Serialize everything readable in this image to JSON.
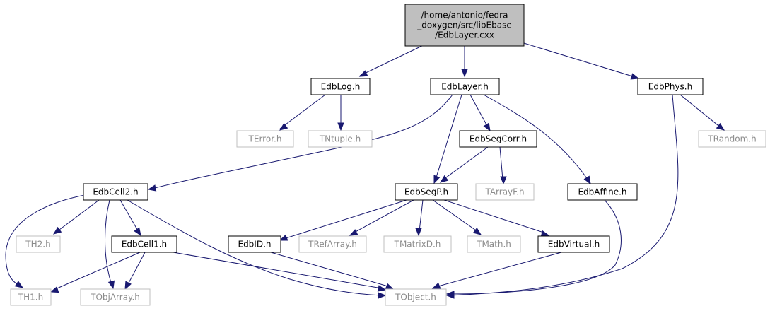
{
  "graph": {
    "nodes": [
      {
        "id": "root",
        "lines": [
          "/home/antonio/fedra",
          "_doxygen/src/libEbase",
          "/EdbLayer.cxx"
        ],
        "kind": "root"
      },
      {
        "id": "edblog",
        "lines": [
          "EdbLog.h"
        ],
        "kind": "doc"
      },
      {
        "id": "edblayer",
        "lines": [
          "EdbLayer.h"
        ],
        "kind": "doc"
      },
      {
        "id": "edbphys",
        "lines": [
          "EdbPhys.h"
        ],
        "kind": "doc"
      },
      {
        "id": "terror",
        "lines": [
          "TError.h"
        ],
        "kind": "ext"
      },
      {
        "id": "tntuple",
        "lines": [
          "TNtuple.h"
        ],
        "kind": "ext"
      },
      {
        "id": "edbsegcorr",
        "lines": [
          "EdbSegCorr.h"
        ],
        "kind": "doc"
      },
      {
        "id": "trandom",
        "lines": [
          "TRandom.h"
        ],
        "kind": "ext"
      },
      {
        "id": "edbcell2",
        "lines": [
          "EdbCell2.h"
        ],
        "kind": "doc"
      },
      {
        "id": "edbsegp",
        "lines": [
          "EdbSegP.h"
        ],
        "kind": "doc"
      },
      {
        "id": "tarrayf",
        "lines": [
          "TArrayF.h"
        ],
        "kind": "ext"
      },
      {
        "id": "edbaffine",
        "lines": [
          "EdbAffine.h"
        ],
        "kind": "doc"
      },
      {
        "id": "th2",
        "lines": [
          "TH2.h"
        ],
        "kind": "ext"
      },
      {
        "id": "edbcell1",
        "lines": [
          "EdbCell1.h"
        ],
        "kind": "doc"
      },
      {
        "id": "edbid",
        "lines": [
          "EdbID.h"
        ],
        "kind": "doc"
      },
      {
        "id": "trefarray",
        "lines": [
          "TRefArray.h"
        ],
        "kind": "ext"
      },
      {
        "id": "tmatrixd",
        "lines": [
          "TMatrixD.h"
        ],
        "kind": "ext"
      },
      {
        "id": "tmath",
        "lines": [
          "TMath.h"
        ],
        "kind": "ext"
      },
      {
        "id": "edbvirtual",
        "lines": [
          "EdbVirtual.h"
        ],
        "kind": "doc"
      },
      {
        "id": "th1",
        "lines": [
          "TH1.h"
        ],
        "kind": "ext"
      },
      {
        "id": "tobjarray",
        "lines": [
          "TObjArray.h"
        ],
        "kind": "ext"
      },
      {
        "id": "tobject",
        "lines": [
          "TObject.h"
        ],
        "kind": "ext"
      }
    ],
    "edges": [
      {
        "from": "root",
        "to": "edblog"
      },
      {
        "from": "root",
        "to": "edblayer"
      },
      {
        "from": "root",
        "to": "edbphys"
      },
      {
        "from": "edblog",
        "to": "terror"
      },
      {
        "from": "edblog",
        "to": "tntuple"
      },
      {
        "from": "edblayer",
        "to": "edbcell2"
      },
      {
        "from": "edblayer",
        "to": "edbsegp"
      },
      {
        "from": "edblayer",
        "to": "edbsegcorr"
      },
      {
        "from": "edblayer",
        "to": "edbaffine"
      },
      {
        "from": "edbphys",
        "to": "trandom"
      },
      {
        "from": "edbphys",
        "to": "tobject"
      },
      {
        "from": "edbsegcorr",
        "to": "edbsegp"
      },
      {
        "from": "edbsegcorr",
        "to": "tarrayf"
      },
      {
        "from": "edbcell2",
        "to": "th2"
      },
      {
        "from": "edbcell2",
        "to": "edbcell1"
      },
      {
        "from": "edbcell2",
        "to": "th1"
      },
      {
        "from": "edbcell2",
        "to": "tobjarray"
      },
      {
        "from": "edbcell2",
        "to": "tobject"
      },
      {
        "from": "edbsegp",
        "to": "edbid"
      },
      {
        "from": "edbsegp",
        "to": "trefarray"
      },
      {
        "from": "edbsegp",
        "to": "tmatrixd"
      },
      {
        "from": "edbsegp",
        "to": "tmath"
      },
      {
        "from": "edbsegp",
        "to": "edbvirtual"
      },
      {
        "from": "edbaffine",
        "to": "tobject"
      },
      {
        "from": "edbcell1",
        "to": "th1"
      },
      {
        "from": "edbcell1",
        "to": "tobjarray"
      },
      {
        "from": "edbcell1",
        "to": "tobject"
      },
      {
        "from": "edbid",
        "to": "tobject"
      },
      {
        "from": "edbvirtual",
        "to": "tobject"
      }
    ]
  }
}
